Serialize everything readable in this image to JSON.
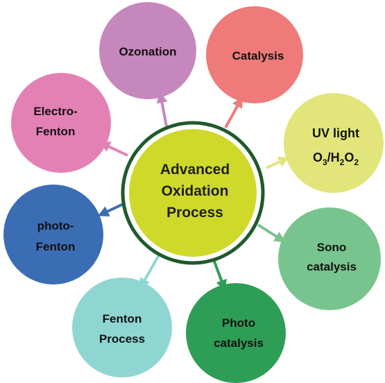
{
  "center": {
    "lines": [
      "Advanced",
      "Oxidation",
      "Process"
    ],
    "fill": "#cfd92a",
    "ring": "#1f5a2c"
  },
  "nodes": [
    {
      "id": "ozonation",
      "lines": [
        "Ozonation"
      ],
      "fill": "#c687bd"
    },
    {
      "id": "catalysis",
      "lines": [
        "Catalysis"
      ],
      "fill": "#ee7a79"
    },
    {
      "id": "uv-light",
      "lines": [
        "UV light",
        "O3/H2O2"
      ],
      "fill": "#e2e67a"
    },
    {
      "id": "sono-catalysis",
      "lines": [
        "Sono",
        "catalysis"
      ],
      "fill": "#78c48e"
    },
    {
      "id": "photo-catalysis",
      "lines": [
        "Photo",
        "catalysis"
      ],
      "fill": "#2e9d56"
    },
    {
      "id": "fenton-process",
      "lines": [
        "Fenton",
        "Process"
      ],
      "fill": "#8fd6d2"
    },
    {
      "id": "photo-fenton",
      "lines": [
        "photo-",
        "Fenton"
      ],
      "fill": "#3b6db4"
    },
    {
      "id": "electro-fenton",
      "lines": [
        "Electro-",
        "Fenton"
      ],
      "fill": "#e381b5"
    }
  ]
}
